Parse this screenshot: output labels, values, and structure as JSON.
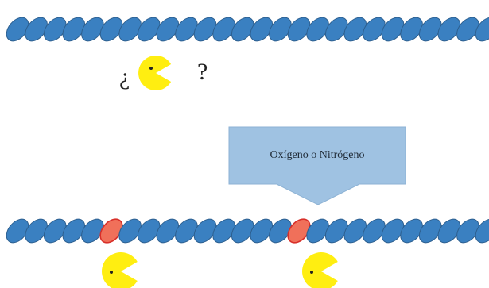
{
  "question": {
    "open_mark": "¿",
    "close_mark": "?"
  },
  "callout": {
    "label": "Oxígeno o Nitrógeno",
    "icon": "down-arrow-icon"
  },
  "chains": {
    "top": {
      "bead_count": 26,
      "highlight_beads": []
    },
    "bottom": {
      "bead_count": 26,
      "highlight_beads": [
        5,
        15
      ]
    }
  },
  "enzymes": {
    "count": 3
  },
  "colors": {
    "bead_fill": "#3a80c1",
    "bead_stroke": "#2d5f8f",
    "highlight_fill": "#f0705a",
    "highlight_stroke": "#d8302a",
    "enzyme_fill": "#ffee11",
    "arrow_fill": "#9fc2e2",
    "arrow_stroke": "#8db2d4"
  }
}
